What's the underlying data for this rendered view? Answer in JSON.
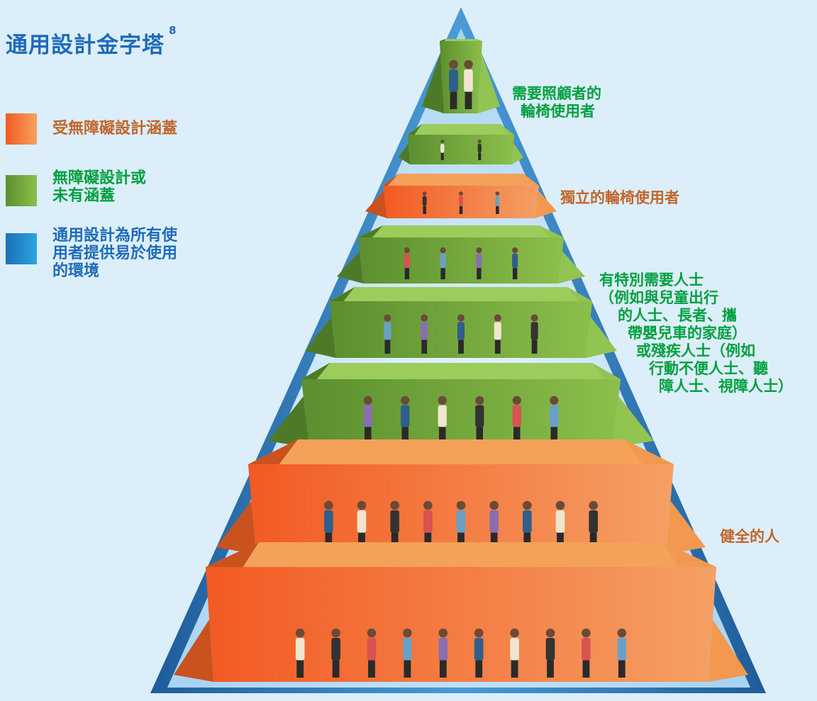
{
  "title": {
    "text": "通用設計金字塔",
    "footnote": "8"
  },
  "legend": [
    {
      "lines": [
        "受無障礙設計涵蓋"
      ],
      "color": "#c1662c"
    },
    {
      "lines": [
        "無障礙設計或",
        "未有涵蓋"
      ],
      "color": "#00a040"
    },
    {
      "lines": [
        "通用設計為所有使",
        "用者提供易於使用",
        "的環境"
      ],
      "color": "#1e6bb8"
    }
  ],
  "labels": {
    "caregiver_wheelchair": {
      "lines": [
        "需要照顧者的",
        "輪椅使用者"
      ],
      "color": "#00a040"
    },
    "independent_wheelchair": {
      "lines": [
        "獨立的輪椅使用者"
      ],
      "color": "#c1662c"
    },
    "special_needs": {
      "lines": [
        "有特別需要人士",
        "（例如與兒童出行",
        "的人士、長者、攜",
        "帶嬰兒車的家庭）",
        "或殘疾人士（例如",
        "行動不便人士、聽",
        "障人士、視障人士）"
      ],
      "color": "#00a040"
    },
    "able_bodied": {
      "lines": [
        "健全的人"
      ],
      "color": "#c1662c"
    }
  },
  "colors": {
    "orange": "#ee7b2d",
    "green": "#6da23a",
    "blue_frame": "#3d8ac7",
    "background": "#dceefa"
  },
  "tiers": [
    {
      "name": "tier-caregiver-wheelchair",
      "fill": "green"
    },
    {
      "name": "tier-wheelchair-attended",
      "fill": "green"
    },
    {
      "name": "tier-independent-wheelchair",
      "fill": "orange"
    },
    {
      "name": "tier-walker-guide-dog",
      "fill": "green"
    },
    {
      "name": "tier-stroller-elderly",
      "fill": "green"
    },
    {
      "name": "tier-families-children",
      "fill": "green"
    },
    {
      "name": "tier-adults-standing",
      "fill": "orange"
    },
    {
      "name": "tier-active-people",
      "fill": "orange"
    }
  ]
}
